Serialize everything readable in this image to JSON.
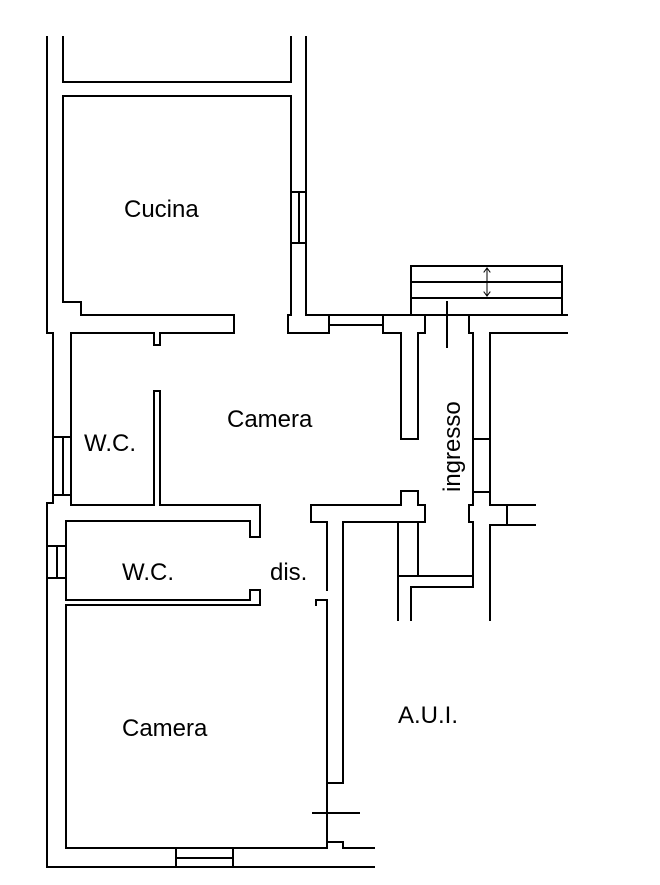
{
  "plan": {
    "rooms": {
      "kitchen": "Cucina",
      "bedroom_upper": "Camera",
      "wc_upper": "W.C.",
      "wc_lower": "W.C.",
      "hallway": "dis.",
      "bedroom_lower": "Camera",
      "entrance": "ingresso",
      "other_unit": "A.U.I."
    },
    "colors": {
      "line": "#000000",
      "background": "#ffffff"
    }
  }
}
